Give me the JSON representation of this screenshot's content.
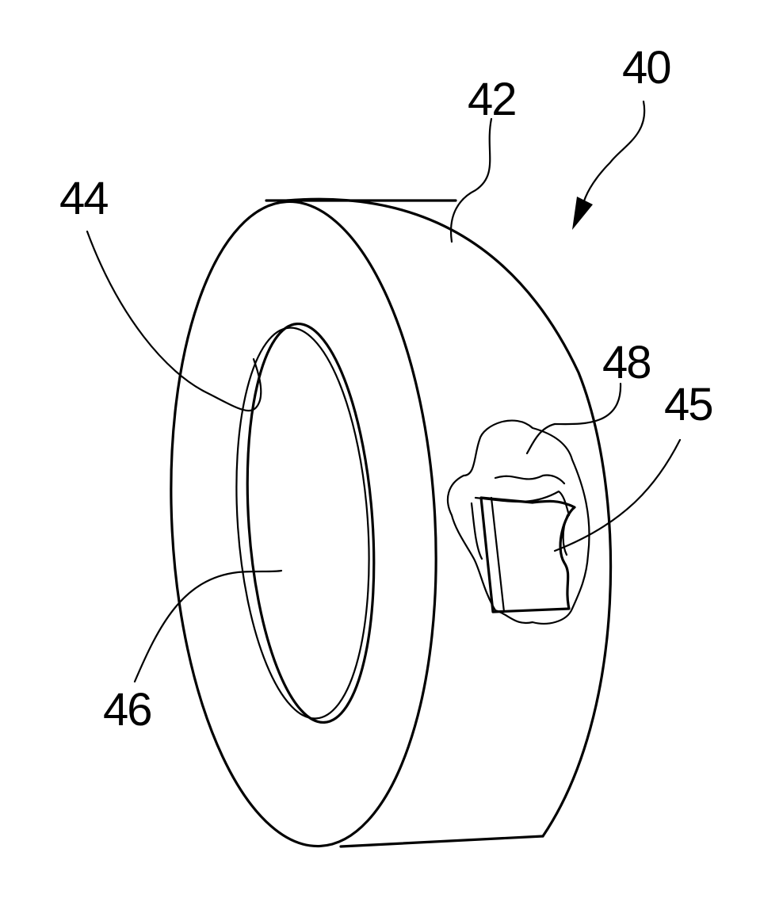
{
  "figure": {
    "references": {
      "r40": "40",
      "r42": "42",
      "r44": "44",
      "r45": "45",
      "r46": "46",
      "r48": "48"
    }
  }
}
